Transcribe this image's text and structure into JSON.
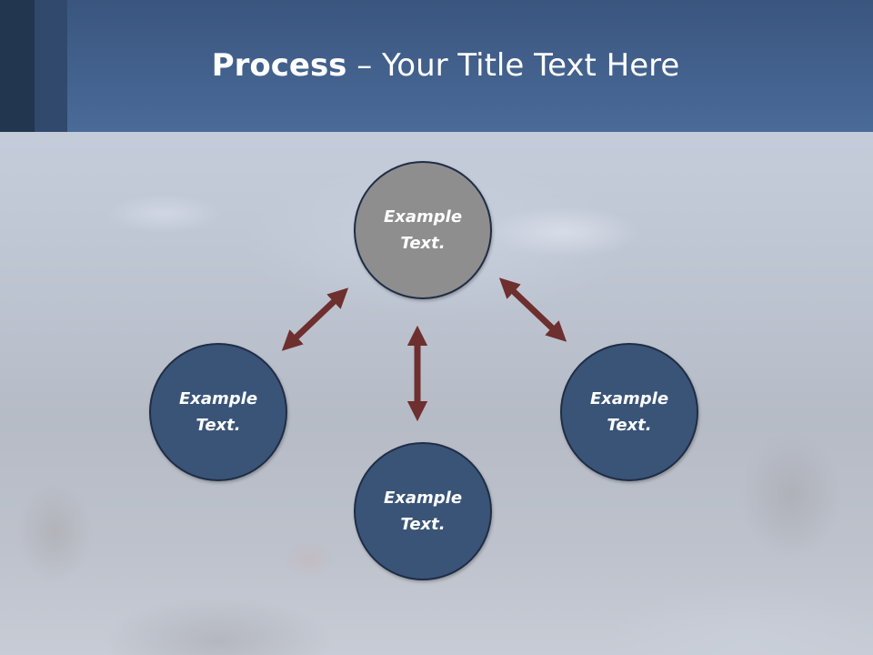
{
  "title": {
    "strong": "Process",
    "rest": " – Your Title Text Here"
  },
  "colors": {
    "header": "#4a6a98",
    "node_primary": "#3a5478",
    "node_top": "#8e8e8e",
    "arrow": "#6e2f2f",
    "node_border": "#1f2d45"
  },
  "nodes": {
    "top": {
      "text": "Example\nText."
    },
    "left": {
      "text": "Example\nText."
    },
    "right": {
      "text": "Example\nText."
    },
    "bottom": {
      "text": "Example\nText."
    }
  }
}
